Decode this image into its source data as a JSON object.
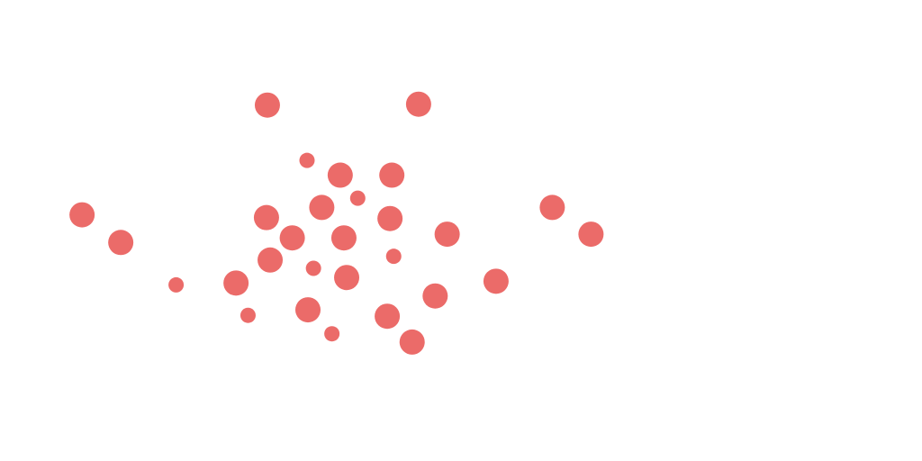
{
  "chart_data": {
    "type": "scatter",
    "title": "",
    "xlabel": "",
    "ylabel": "",
    "xlim": [
      0,
      100
    ],
    "ylim": [
      0,
      50
    ],
    "grid": false,
    "legend": "none",
    "color": "#EB6B69",
    "points": [
      {
        "x": 29.0,
        "y": 38.6,
        "size": 2
      },
      {
        "x": 45.4,
        "y": 38.7,
        "size": 2
      },
      {
        "x": 33.3,
        "y": 32.6,
        "size": 1
      },
      {
        "x": 36.9,
        "y": 31.0,
        "size": 2
      },
      {
        "x": 42.5,
        "y": 31.0,
        "size": 2
      },
      {
        "x": 38.8,
        "y": 28.5,
        "size": 1
      },
      {
        "x": 8.9,
        "y": 26.7,
        "size": 2
      },
      {
        "x": 34.9,
        "y": 27.5,
        "size": 2
      },
      {
        "x": 28.9,
        "y": 26.4,
        "size": 2
      },
      {
        "x": 42.3,
        "y": 26.3,
        "size": 2
      },
      {
        "x": 13.1,
        "y": 23.7,
        "size": 2
      },
      {
        "x": 31.7,
        "y": 24.2,
        "size": 2
      },
      {
        "x": 37.3,
        "y": 24.2,
        "size": 2
      },
      {
        "x": 48.5,
        "y": 24.6,
        "size": 2
      },
      {
        "x": 59.9,
        "y": 27.5,
        "size": 2
      },
      {
        "x": 64.1,
        "y": 24.6,
        "size": 2
      },
      {
        "x": 29.3,
        "y": 21.8,
        "size": 2
      },
      {
        "x": 34.0,
        "y": 20.9,
        "size": 1
      },
      {
        "x": 42.7,
        "y": 22.2,
        "size": 1
      },
      {
        "x": 37.6,
        "y": 19.9,
        "size": 2
      },
      {
        "x": 25.6,
        "y": 19.3,
        "size": 2
      },
      {
        "x": 19.1,
        "y": 19.1,
        "size": 1
      },
      {
        "x": 53.8,
        "y": 19.5,
        "size": 2
      },
      {
        "x": 47.2,
        "y": 17.9,
        "size": 2
      },
      {
        "x": 26.9,
        "y": 15.8,
        "size": 1
      },
      {
        "x": 33.4,
        "y": 16.4,
        "size": 2
      },
      {
        "x": 42.0,
        "y": 15.7,
        "size": 2
      },
      {
        "x": 36.0,
        "y": 13.8,
        "size": 1
      },
      {
        "x": 44.7,
        "y": 12.9,
        "size": 2
      }
    ]
  }
}
